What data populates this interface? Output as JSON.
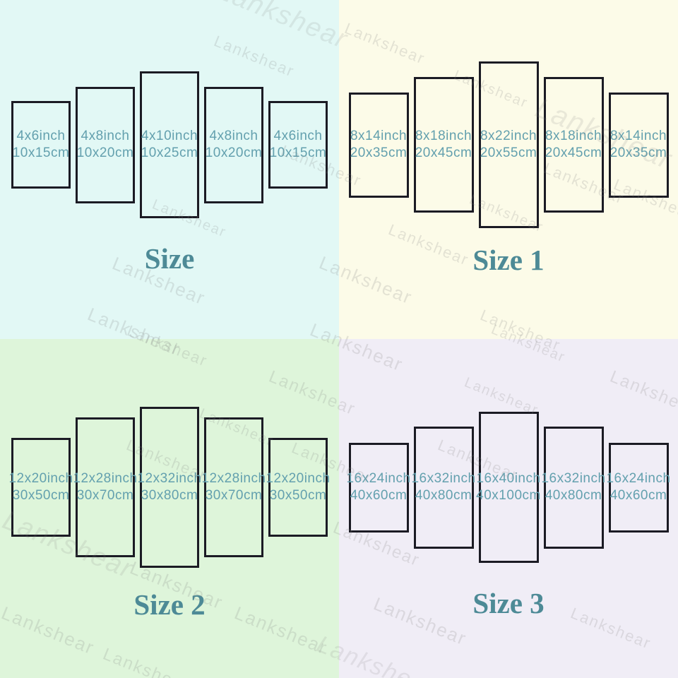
{
  "watermark": {
    "text": "Lankshear"
  },
  "quadrants": [
    {
      "title": "Size",
      "panels": [
        {
          "inch": "4x6inch",
          "cm": "10x15cm"
        },
        {
          "inch": "4x8inch",
          "cm": "10x20cm"
        },
        {
          "inch": "4x10inch",
          "cm": "10x25cm"
        },
        {
          "inch": "4x8inch",
          "cm": "10x20cm"
        },
        {
          "inch": "4x6inch",
          "cm": "10x15cm"
        }
      ]
    },
    {
      "title": "Size 1",
      "panels": [
        {
          "inch": "8x14inch",
          "cm": "20x35cm"
        },
        {
          "inch": "8x18inch",
          "cm": "20x45cm"
        },
        {
          "inch": "8x22inch",
          "cm": "20x55cm"
        },
        {
          "inch": "8x18inch",
          "cm": "20x45cm"
        },
        {
          "inch": "8x14inch",
          "cm": "20x35cm"
        }
      ]
    },
    {
      "title": "Size 2",
      "panels": [
        {
          "inch": "12x20inch",
          "cm": "30x50cm"
        },
        {
          "inch": "12x28inch",
          "cm": "30x70cm"
        },
        {
          "inch": "12x32inch",
          "cm": "30x80cm"
        },
        {
          "inch": "12x28inch",
          "cm": "30x70cm"
        },
        {
          "inch": "12x20inch",
          "cm": "30x50cm"
        }
      ]
    },
    {
      "title": "Size 3",
      "panels": [
        {
          "inch": "16x24inch",
          "cm": "40x60cm"
        },
        {
          "inch": "16x32inch",
          "cm": "40x80cm"
        },
        {
          "inch": "16x40inch",
          "cm": "40x100cm"
        },
        {
          "inch": "16x32inch",
          "cm": "40x80cm"
        },
        {
          "inch": "16x24inch",
          "cm": "40x60cm"
        }
      ]
    }
  ],
  "colors": {
    "quadrant_size_bg": "#e2f8f5",
    "quadrant_size1_bg": "#fcfbe8",
    "quadrant_size2_bg": "#def5da",
    "quadrant_size3_bg": "#f0edf6",
    "panel_border": "#1b1b24",
    "panel_text": "#63a0ae",
    "title_text": "#4d8a96"
  }
}
